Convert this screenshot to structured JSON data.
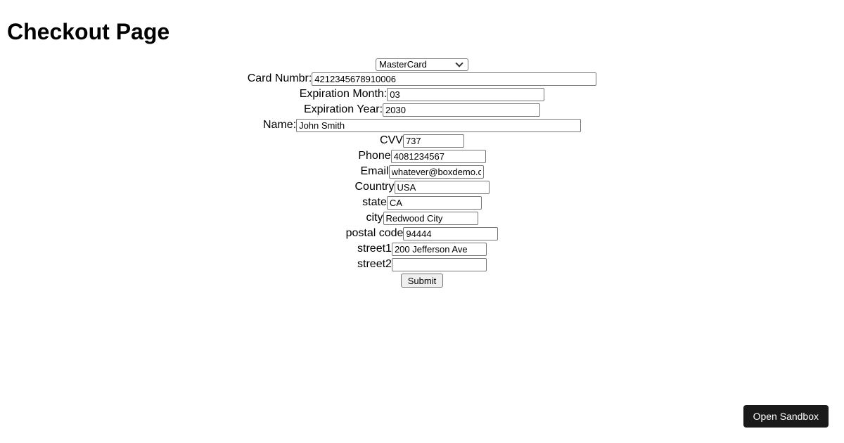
{
  "page": {
    "title": "Checkout Page"
  },
  "form": {
    "card_type": {
      "selected_option": "MasterCard"
    },
    "fields": [
      {
        "id": "card-number",
        "label": "Card Numbr:",
        "value": "4212345678910006"
      },
      {
        "id": "expiration-month",
        "label": "Expiration Month:",
        "value": "03"
      },
      {
        "id": "expiration-year",
        "label": "Expiration Year:",
        "value": "2030"
      },
      {
        "id": "name",
        "label": "Name:",
        "value": "John Smith"
      },
      {
        "id": "cvv",
        "label": "CVV",
        "value": "737"
      },
      {
        "id": "phone",
        "label": "Phone",
        "value": "4081234567"
      },
      {
        "id": "email",
        "label": "Email",
        "value": "whatever@boxdemo.c"
      },
      {
        "id": "country",
        "label": "Country",
        "value": "USA"
      },
      {
        "id": "state",
        "label": "state",
        "value": "CA"
      },
      {
        "id": "city",
        "label": "city",
        "value": "Redwood City"
      },
      {
        "id": "postal-code",
        "label": "postal code",
        "value": "94444"
      },
      {
        "id": "street1",
        "label": "street1",
        "value": "200 Jefferson Ave"
      },
      {
        "id": "street2",
        "label": "street2",
        "value": ""
      }
    ],
    "submit_label": "Submit"
  },
  "overlay": {
    "open_sandbox_label": "Open Sandbox"
  },
  "colors": {
    "input_border": "#767676",
    "submit_bg": "#efefef",
    "sandbox_button_bg": "#1a1a1a",
    "sandbox_button_text": "#ffffff"
  }
}
